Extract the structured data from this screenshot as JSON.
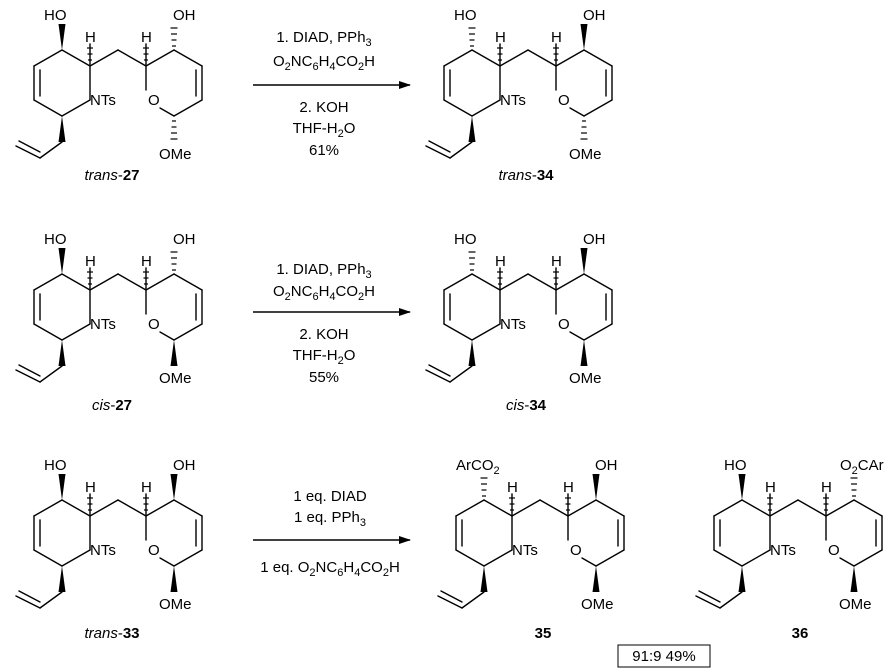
{
  "atoms": {
    "oh": "OH",
    "ho": "HO",
    "h": "H",
    "nts": "NTs",
    "o": "O",
    "ome": "OMe",
    "arco2": "ArCO",
    "o2car": "O",
    "car": "CAr",
    "sub2": "2"
  },
  "compounds": {
    "trans27": {
      "prefix": "trans",
      "num": "27"
    },
    "trans34": {
      "prefix": "trans",
      "num": "34"
    },
    "cis27": {
      "prefix": "cis",
      "num": "27"
    },
    "cis34": {
      "prefix": "cis",
      "num": "34"
    },
    "trans33": {
      "prefix": "trans",
      "num": "33"
    },
    "c35": {
      "num": "35"
    },
    "c36": {
      "num": "36"
    }
  },
  "reactions": [
    {
      "above1": "1. DIAD, PPh",
      "above1_sub": "3",
      "above2_pre": "O",
      "above2_s1": "2",
      "above2_mid1": "NC",
      "above2_s2": "6",
      "above2_mid2": "H",
      "above2_s3": "4",
      "above2_post": "CO",
      "above2_s4": "2",
      "above2_end": "H",
      "below1": "2. KOH",
      "below2": "THF-H",
      "below2_sub": "2",
      "below2_post": "O",
      "yield": "61%"
    },
    {
      "above1": "1. DIAD, PPh",
      "above1_sub": "3",
      "above2_pre": "O",
      "above2_s1": "2",
      "above2_mid1": "NC",
      "above2_s2": "6",
      "above2_mid2": "H",
      "above2_s3": "4",
      "above2_post": "CO",
      "above2_s4": "2",
      "above2_end": "H",
      "below1": "2. KOH",
      "below2": "THF-H",
      "below2_sub": "2",
      "below2_post": "O",
      "yield": "55%"
    },
    {
      "above1": "1 eq. DIAD",
      "above2": "1 eq. PPh",
      "above2_sub": "3",
      "below_pre": "1 eq. O",
      "below_s1": "2",
      "below_mid1": "NC",
      "below_s2": "6",
      "below_mid2": "H",
      "below_s3": "4",
      "below_post": "CO",
      "below_s4": "2",
      "below_end": "H"
    }
  ],
  "ratio": "91:9 49%"
}
